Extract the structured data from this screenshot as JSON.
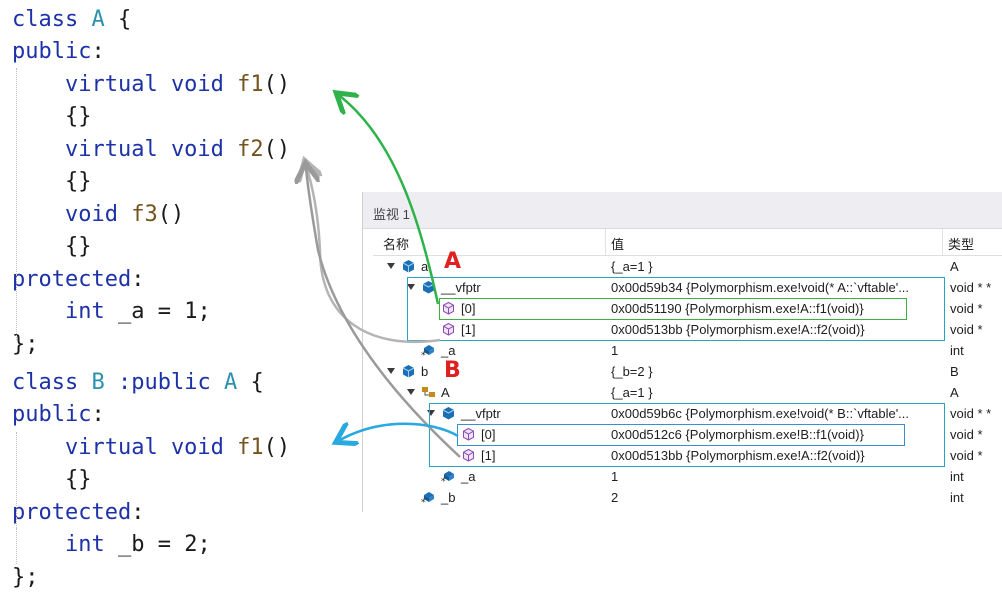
{
  "code": {
    "lines": [
      [
        {
          "t": "class ",
          "c": "kw"
        },
        {
          "t": "A",
          "c": "ty"
        },
        {
          "t": " {",
          "c": "pl"
        }
      ],
      [
        {
          "t": "public",
          "c": "kw"
        },
        {
          "t": ":",
          "c": "pl"
        }
      ],
      [
        {
          "t": "    virtual void ",
          "c": "kw"
        },
        {
          "t": "f1",
          "c": "fn"
        },
        {
          "t": "()",
          "c": "pl"
        }
      ],
      [
        {
          "t": "    {}",
          "c": "pl"
        }
      ],
      [
        {
          "t": "    virtual void ",
          "c": "kw"
        },
        {
          "t": "f2",
          "c": "fn"
        },
        {
          "t": "()",
          "c": "pl"
        }
      ],
      [
        {
          "t": "    {}",
          "c": "pl"
        }
      ],
      [
        {
          "t": "    void ",
          "c": "kw"
        },
        {
          "t": "f3",
          "c": "fn"
        },
        {
          "t": "()",
          "c": "pl"
        }
      ],
      [
        {
          "t": "    {}",
          "c": "pl"
        }
      ],
      [
        {
          "t": "protected",
          "c": "kw"
        },
        {
          "t": ":",
          "c": "pl"
        }
      ],
      [
        {
          "t": "    int ",
          "c": "kw"
        },
        {
          "t": "_a = 1;",
          "c": "pl"
        }
      ],
      [
        {
          "t": "};",
          "c": "pl"
        }
      ],
      [
        {
          "t": "class ",
          "c": "kw"
        },
        {
          "t": "B",
          "c": "ty"
        },
        {
          "t": " :public ",
          "c": "kw"
        },
        {
          "t": "A",
          "c": "ty"
        },
        {
          "t": " {",
          "c": "pl"
        }
      ],
      [
        {
          "t": "public",
          "c": "kw"
        },
        {
          "t": ":",
          "c": "pl"
        }
      ],
      [
        {
          "t": "    virtual void ",
          "c": "kw"
        },
        {
          "t": "f1",
          "c": "fn"
        },
        {
          "t": "()",
          "c": "pl"
        }
      ],
      [
        {
          "t": "    {}",
          "c": "pl"
        }
      ],
      [
        {
          "t": "protected",
          "c": "kw"
        },
        {
          "t": ":",
          "c": "pl"
        }
      ],
      [
        {
          "t": "    int ",
          "c": "kw"
        },
        {
          "t": "_b = 2;",
          "c": "pl"
        }
      ],
      [
        {
          "t": "};",
          "c": "pl"
        }
      ]
    ]
  },
  "watch": {
    "title": "监视 1",
    "columns": {
      "name": "名称",
      "value": "值",
      "type": "类型"
    },
    "rows": [
      {
        "name": "a",
        "value": "{_a=1 }",
        "type": "A",
        "expanded": true,
        "icon": "object-icon"
      },
      {
        "name": "__vfptr",
        "value": "0x00d59b34 {Polymorphism.exe!void(* A::`vftable'...",
        "type": "void * *",
        "expanded": true,
        "icon": "pointer-icon"
      },
      {
        "name": "[0]",
        "value": "0x00d51190 {Polymorphism.exe!A::f1(void)}",
        "type": "void *",
        "expanded": false,
        "icon": "method-icon"
      },
      {
        "name": "[1]",
        "value": "0x00d513bb {Polymorphism.exe!A::f2(void)}",
        "type": "void *",
        "expanded": false,
        "icon": "method-icon"
      },
      {
        "name": "_a",
        "value": "1",
        "type": "int",
        "expanded": false,
        "icon": "protected-field-icon"
      },
      {
        "name": "b",
        "value": "{_b=2 }",
        "type": "B",
        "expanded": true,
        "icon": "object-icon"
      },
      {
        "name": "A",
        "value": "{_a=1 }",
        "type": "A",
        "expanded": true,
        "icon": "base-class-icon"
      },
      {
        "name": "__vfptr",
        "value": "0x00d59b6c {Polymorphism.exe!void(* B::`vftable'...",
        "type": "void * *",
        "expanded": true,
        "icon": "pointer-icon"
      },
      {
        "name": "[0]",
        "value": "0x00d512c6 {Polymorphism.exe!B::f1(void)}",
        "type": "void *",
        "expanded": false,
        "icon": "method-icon"
      },
      {
        "name": "[1]",
        "value": "0x00d513bb {Polymorphism.exe!A::f2(void)}",
        "type": "void *",
        "expanded": false,
        "icon": "method-icon"
      },
      {
        "name": "_a",
        "value": "1",
        "type": "int",
        "expanded": false,
        "icon": "protected-field-icon"
      },
      {
        "name": "_b",
        "value": "2",
        "type": "int",
        "expanded": false,
        "icon": "protected-field-icon"
      }
    ],
    "marks": {
      "a": "A",
      "b": "B"
    }
  },
  "colors": {
    "keyword": "#1d32a8",
    "type": "#2b91af",
    "function": "#74531f",
    "arrow_green": "#2db34a",
    "arrow_gray": "#b4b4b4",
    "arrow_blue": "#2aa8e0",
    "mark_red": "#e02020"
  }
}
